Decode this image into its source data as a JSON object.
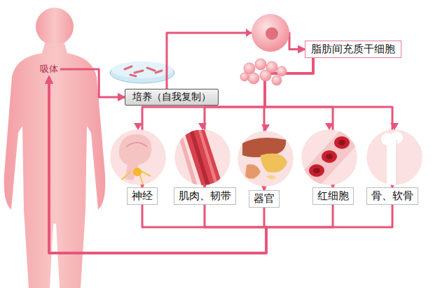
{
  "diagram": {
    "nodes": [
      {
        "text": [
          "吸体"
        ]
      },
      {
        "text": [
          "培养（自我复制）"
        ]
      },
      {
        "text": [
          "脂肪间充质干细胞"
        ]
      },
      {
        "text": [
          "神经"
        ]
      },
      {
        "text": [
          "肌肉、韧带"
        ]
      },
      {
        "text": [
          "器官"
        ]
      },
      {
        "text": [
          "红细胞"
        ]
      },
      {
        "text": [
          "骨、软骨"
        ]
      }
    ],
    "edges": [
      {
        "from": 0,
        "to": 1,
        "arrow": "to"
      },
      {
        "from": 1,
        "to": 2,
        "arrow": "to"
      },
      {
        "from": 2,
        "to": 3,
        "arrow": "to"
      },
      {
        "from": 2,
        "to": 4,
        "arrow": "to"
      },
      {
        "from": 2,
        "to": 5,
        "arrow": "to"
      },
      {
        "from": 2,
        "to": 6,
        "arrow": "to"
      },
      {
        "from": 2,
        "to": 7,
        "arrow": "to"
      },
      {
        "from": 3,
        "to": 0,
        "arrow": "to"
      },
      {
        "from": 4,
        "to": 0,
        "arrow": "to"
      },
      {
        "from": 5,
        "to": 0,
        "arrow": "to"
      },
      {
        "from": 6,
        "to": 0,
        "arrow": "to"
      },
      {
        "from": 7,
        "to": 0,
        "arrow": "to"
      }
    ]
  }
}
